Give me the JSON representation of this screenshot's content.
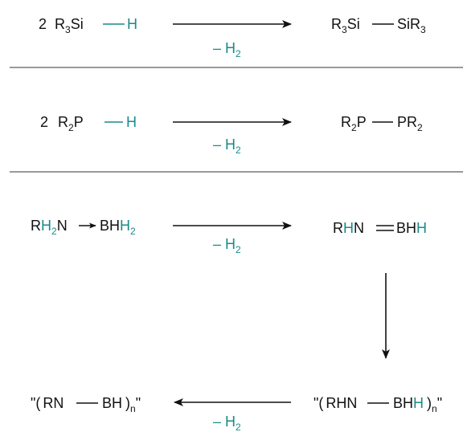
{
  "reactions": {
    "r1": {
      "reactant": {
        "coef": "2",
        "r": "R",
        "n": "3",
        "el": "Si",
        "h": "H"
      },
      "product": {
        "r": "R",
        "n": "3",
        "el": "Si",
        "el2": "Si",
        "r2": "R",
        "n2": "3"
      },
      "condition": {
        "minus": "– H",
        "n": "2"
      }
    },
    "r2": {
      "reactant": {
        "coef": "2",
        "r": "R",
        "n": "2",
        "el": "P",
        "h": "H"
      },
      "product": {
        "r": "R",
        "n": "2",
        "el": "P",
        "el2": "PR",
        "n2": "2"
      },
      "condition": {
        "minus": "– H",
        "n": "2"
      }
    },
    "r3": {
      "reactant": {
        "r": "R",
        "h": "H",
        "hn": "2",
        "n": "N",
        "b": "BH",
        "h2": "H",
        "h2n": "2"
      },
      "product": {
        "r": "R",
        "h": "H",
        "n": "N",
        "b": "BH",
        "h2": "H"
      },
      "condition": {
        "minus": "– H",
        "n": "2"
      }
    },
    "r4": {
      "oligomer": {
        "open": "\"(",
        "rhn": "RHN",
        "bh": "BH",
        "h": "H",
        "close": ")",
        "sub": "n",
        "q": "\""
      },
      "polymer": {
        "open": "\"(",
        "rn": "RN",
        "bh": "BH",
        "close": ")",
        "sub": "n",
        "q": "\""
      },
      "condition": {
        "minus": "– H",
        "n": "2"
      }
    }
  },
  "colors": {
    "hydrogen": "#1a8a8a",
    "text": "#111111"
  }
}
